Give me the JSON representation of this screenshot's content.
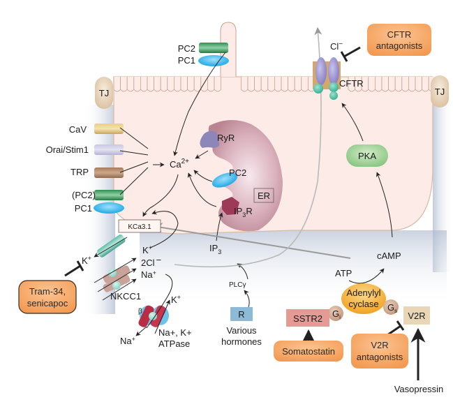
{
  "title": "Cyst epithelial cell signaling: Ca2+ and cAMP pathways",
  "labels": {
    "tj_left": "TJ",
    "tj_right": "TJ",
    "pc2_cilium": "PC2",
    "pc1_cilium": "PC1",
    "cav": "CaV",
    "orai": "Orai/Stim1",
    "trp": "TRP",
    "pc2_basal": "(PC2)",
    "pc1_basal": "PC1",
    "ca": "Ca",
    "ca_sup": "2+",
    "ryr": "RyR",
    "pc2_er": "PC2",
    "er": "ER",
    "ip3r_a": "IP",
    "ip3r_sub": "3",
    "ip3r_b": "R",
    "ip3_a": "IP",
    "ip3_sub": "3",
    "plc": "PLCγ",
    "r": "R",
    "various": "Various",
    "hormones": "hormones",
    "kca": "KCa3.1",
    "k_out": "K",
    "k_out_sup": "+",
    "k_in": "K",
    "k_in_sup": "+",
    "cl2": "2Cl",
    "cl2_sup": "−",
    "na_in": "Na",
    "na_in_sup": "+",
    "nkcc1": "NKCC1",
    "beta": "β",
    "k_pump": "K",
    "k_pump_sup": "+",
    "na_pump": "Na",
    "na_pump_sup": "+",
    "atpase_1": "Na+, K+",
    "atpase_2": "ATPase",
    "cl_out": "Cl",
    "cl_out_sup": "−",
    "cftr": "CFTR",
    "pka": "PKA",
    "camp": "cAMP",
    "atp": "ATP",
    "ac_1": "Adenylyl",
    "ac_2": "cyclase",
    "gi": "G",
    "gi_sub": "i",
    "gs": "G",
    "gs_sub": "s",
    "sstr2": "SSTR2",
    "v2r": "V2R",
    "vasopressin": "Vasopressin"
  },
  "drugs": {
    "cftr_antagonists_1": "CFTR",
    "cftr_antagonists_2": "antagonists",
    "tram_1": "Tram-34,",
    "tram_2": "senicapoc",
    "somatostatin": "Somatostatin",
    "v2r_antagonists_1": "V2R",
    "v2r_antagonists_2": "antagonists"
  },
  "colors": {
    "cell_fill": "#fcebe6",
    "cell_stroke": "#d9b9a3",
    "drug_fill": "#f7a463",
    "pka_fill": "#a9d4a0",
    "ac_fill": "#f7b43a",
    "er_fill": "#c99aa6",
    "pc1_blue": "#38b6ea",
    "pc2_green": "#2e9a5a"
  }
}
